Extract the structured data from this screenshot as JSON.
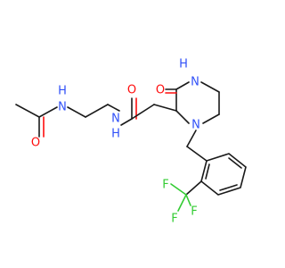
{
  "molecule": {
    "atoms": {
      "o_acetyl": "O",
      "nh_left": "H",
      "nh_left_n": "N",
      "nh_amide_n": "N",
      "nh_amide_h": "H",
      "o_amide": "O",
      "o_ring": "O",
      "nh_ring_n": "N",
      "nh_ring_h": "H",
      "n_ring": "N",
      "f1": "F",
      "f2": "F",
      "f3": "F"
    },
    "colors": {
      "bond": "#1a1a1a",
      "oxygen": "#ff0d0d",
      "nitrogen": "#3050f8",
      "fluorine": "#33cc33"
    }
  }
}
